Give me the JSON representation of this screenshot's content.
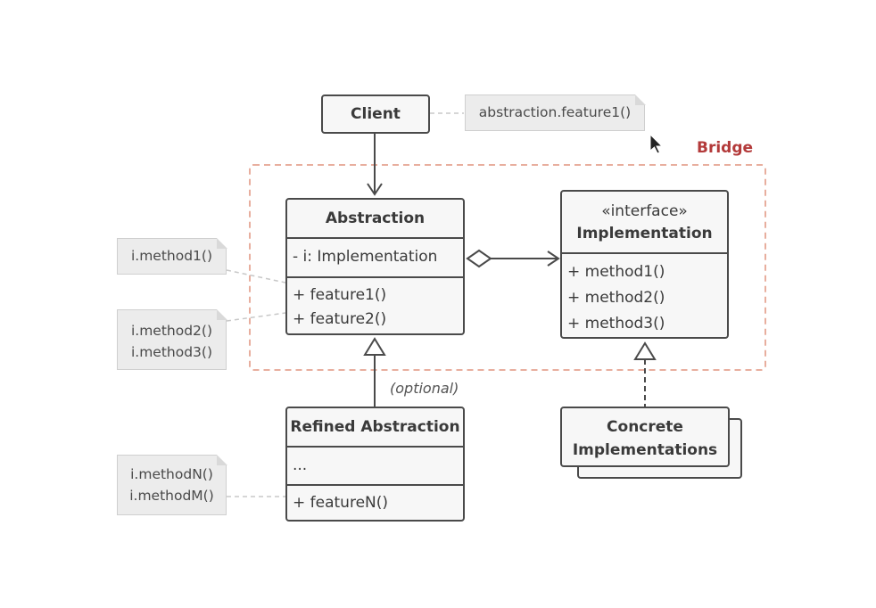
{
  "client": {
    "label": "Client"
  },
  "client_note": {
    "text": "abstraction.feature1()"
  },
  "bridge_label": "Bridge",
  "abstraction": {
    "title": "Abstraction",
    "fields": [
      "- i: Implementation"
    ],
    "methods": [
      "+ feature1()",
      "+ feature2()"
    ]
  },
  "implementation": {
    "stereotype": "«interface»",
    "title": "Implementation",
    "methods": [
      "+ method1()",
      "+ method2()",
      "+ method3()"
    ]
  },
  "notes": {
    "feature1": "i.method1()",
    "feature2": [
      "i.method2()",
      "i.method3()"
    ],
    "featureN": [
      "i.methodN()",
      "i.methodM()"
    ]
  },
  "optional_label": "(optional)",
  "refined": {
    "title": "Refined Abstraction",
    "fields": [
      "..."
    ],
    "methods": [
      "+ featureN()"
    ]
  },
  "concrete": {
    "lines": [
      "Concrete",
      "Implementations"
    ]
  },
  "colors": {
    "bridge": "#b33a3a",
    "bridge_border": "#e0937e",
    "box_border": "#4a4a4a",
    "note_bg": "#ececec"
  }
}
